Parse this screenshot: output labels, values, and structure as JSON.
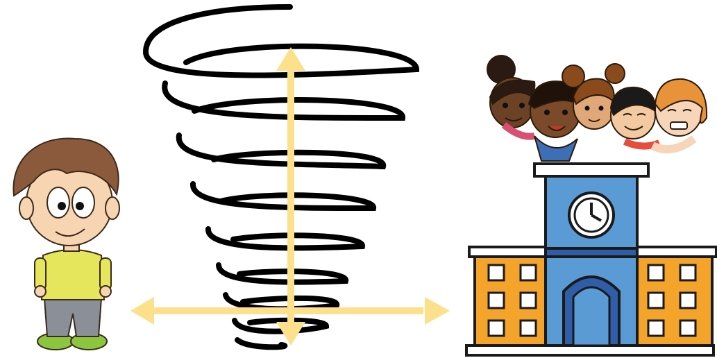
{
  "figures": [
    {
      "id": "boy",
      "icon": "cartoon-boy-icon"
    },
    {
      "id": "spiral",
      "icon": "spiral-coil-icon"
    },
    {
      "id": "arrows",
      "icon": "four-way-arrows-icon"
    },
    {
      "id": "children",
      "icon": "group-of-children-icon"
    },
    {
      "id": "school",
      "icon": "school-building-icon"
    }
  ],
  "colors": {
    "arrow": "#FDE08B",
    "spiral": "#000000",
    "school_wall": "#F4A42B",
    "school_tower": "#5B9BD5",
    "school_door": "#2F5DA8",
    "window": "#FFFFFF",
    "outline": "#1A1A1A",
    "boy_hair": "#8B5A3C",
    "boy_skin": "#F7D5B2",
    "boy_shirt": "#E6E65C",
    "boy_pants": "#8A8F98",
    "boy_shoes": "#8CC63F"
  }
}
